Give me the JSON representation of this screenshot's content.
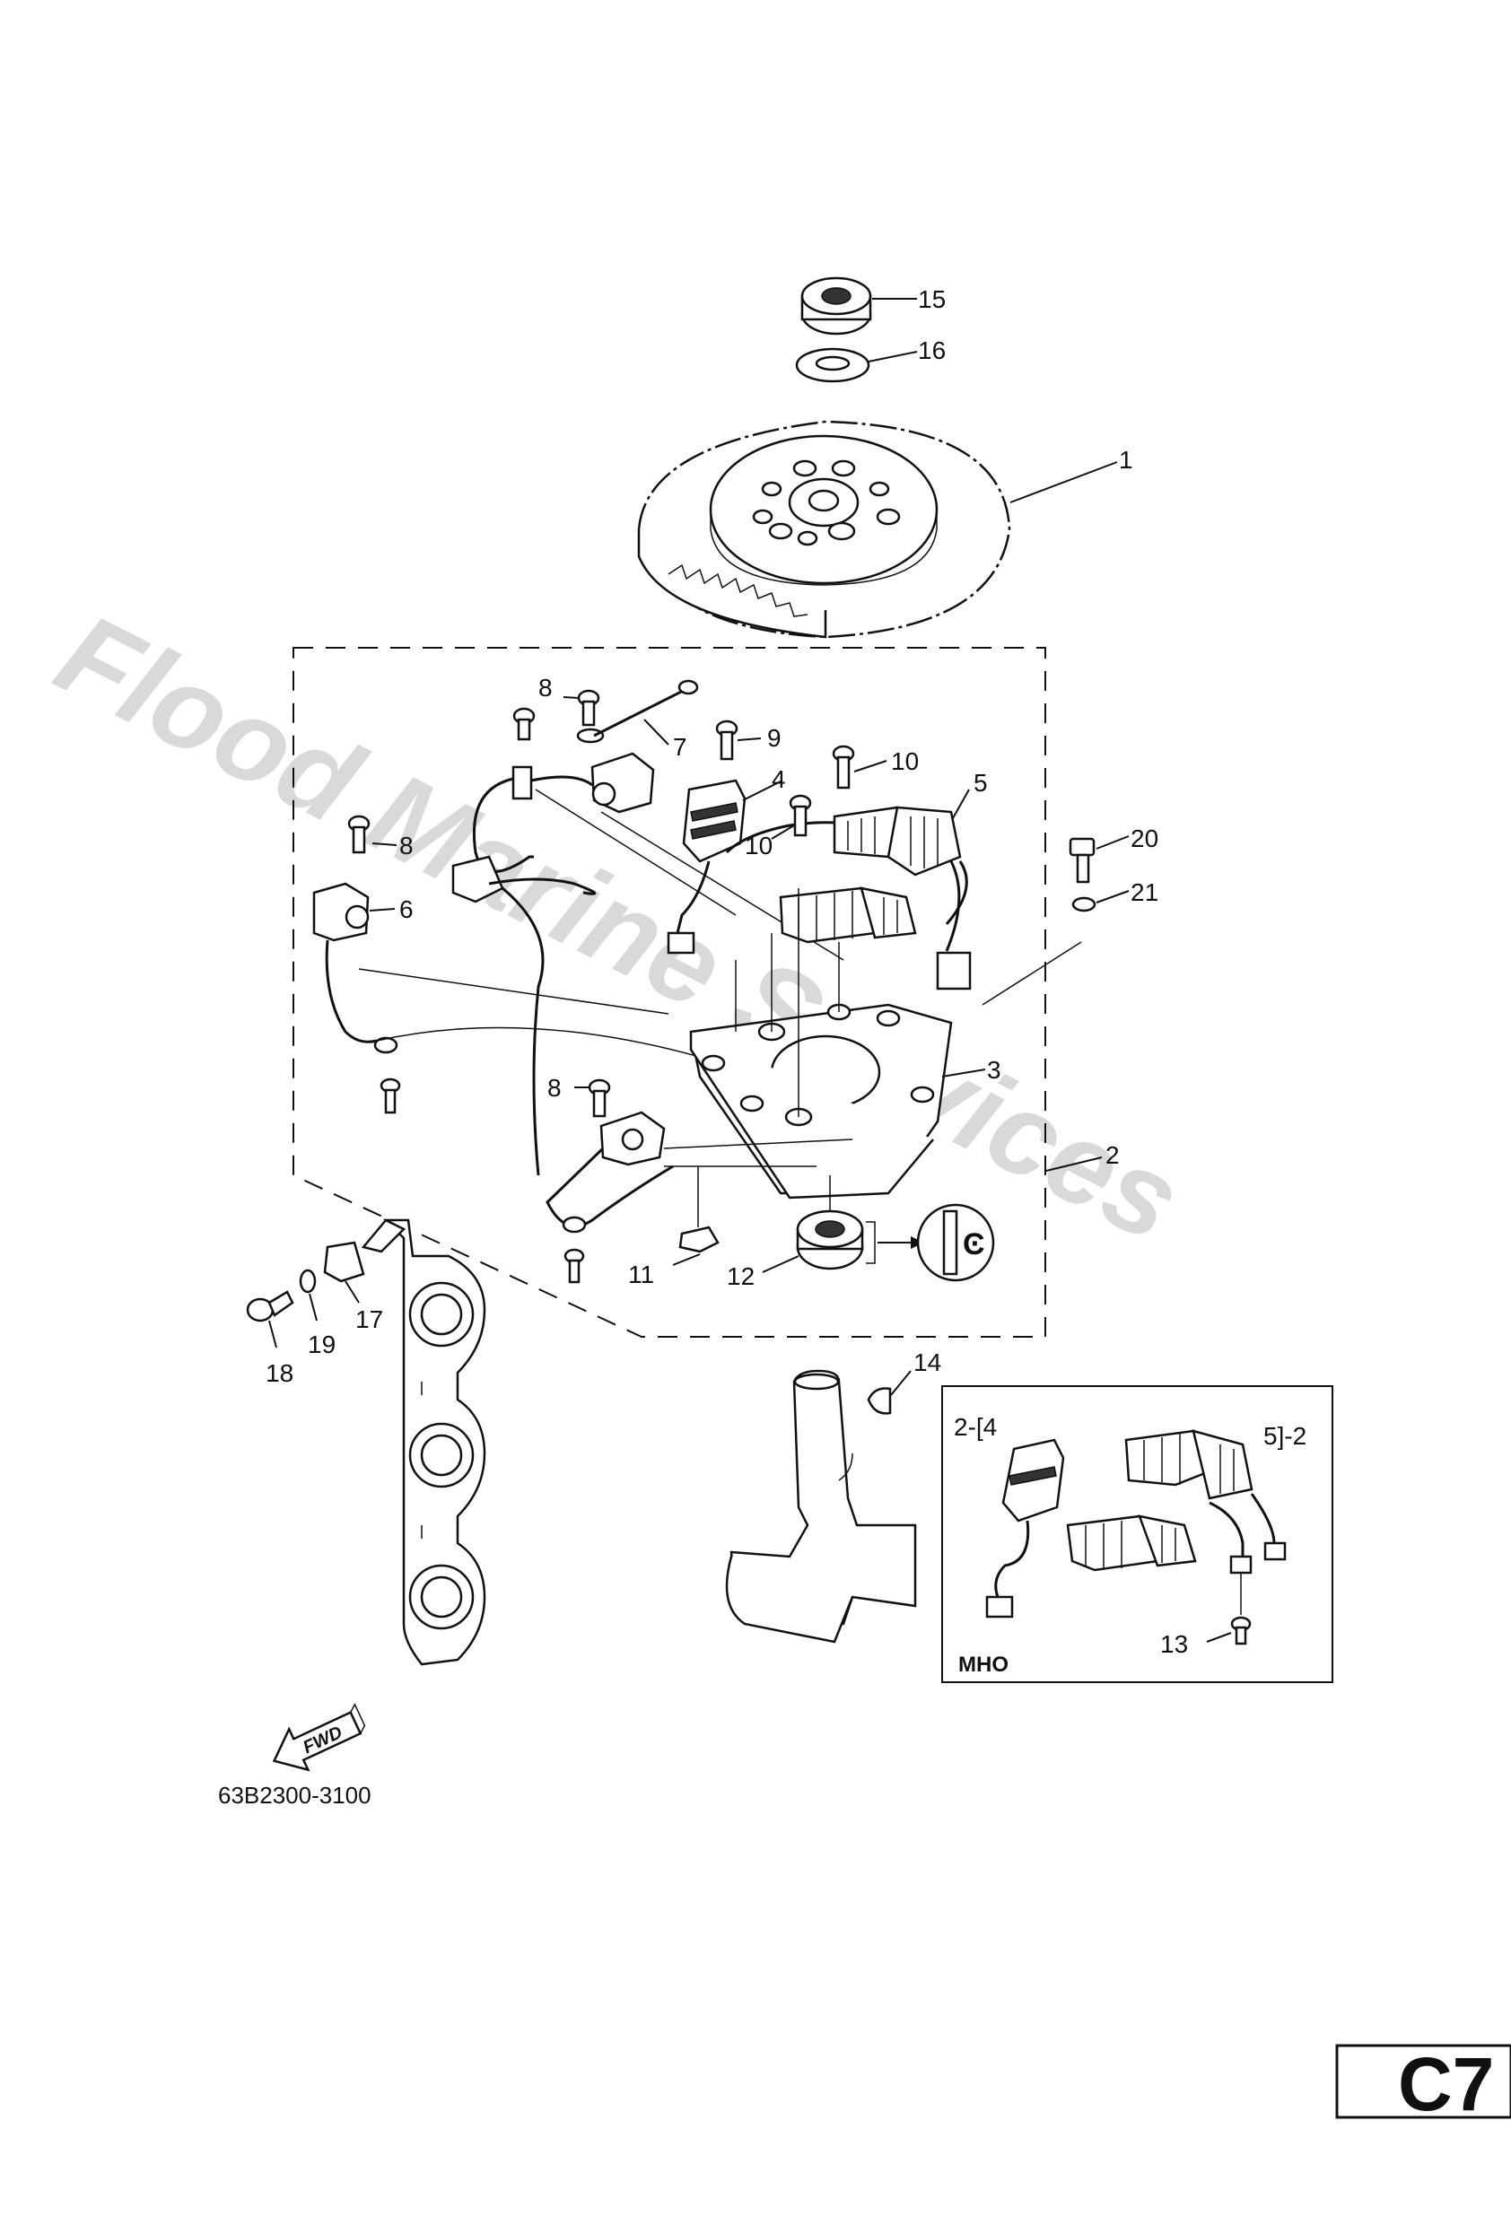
{
  "watermark": "Flood Marine Services",
  "part_number": "63B2300-3100",
  "fwd_label": "FWD",
  "inset_label": "MHO",
  "page_code": "C7",
  "callouts": {
    "c1": "1",
    "c2": "2",
    "c3": "3",
    "c4": "4",
    "c5": "5",
    "c6": "6",
    "c7": "7",
    "c8a": "8",
    "c8b": "8",
    "c8c": "8",
    "c9": "9",
    "c10a": "10",
    "c10b": "10",
    "c11": "11",
    "c12": "12",
    "c13": "13",
    "c14": "14",
    "c15": "15",
    "c16": "16",
    "c17": "17",
    "c18": "18",
    "c19": "19",
    "c20": "20",
    "c21": "21",
    "i24": "2-[4",
    "i52": "5]-2"
  }
}
